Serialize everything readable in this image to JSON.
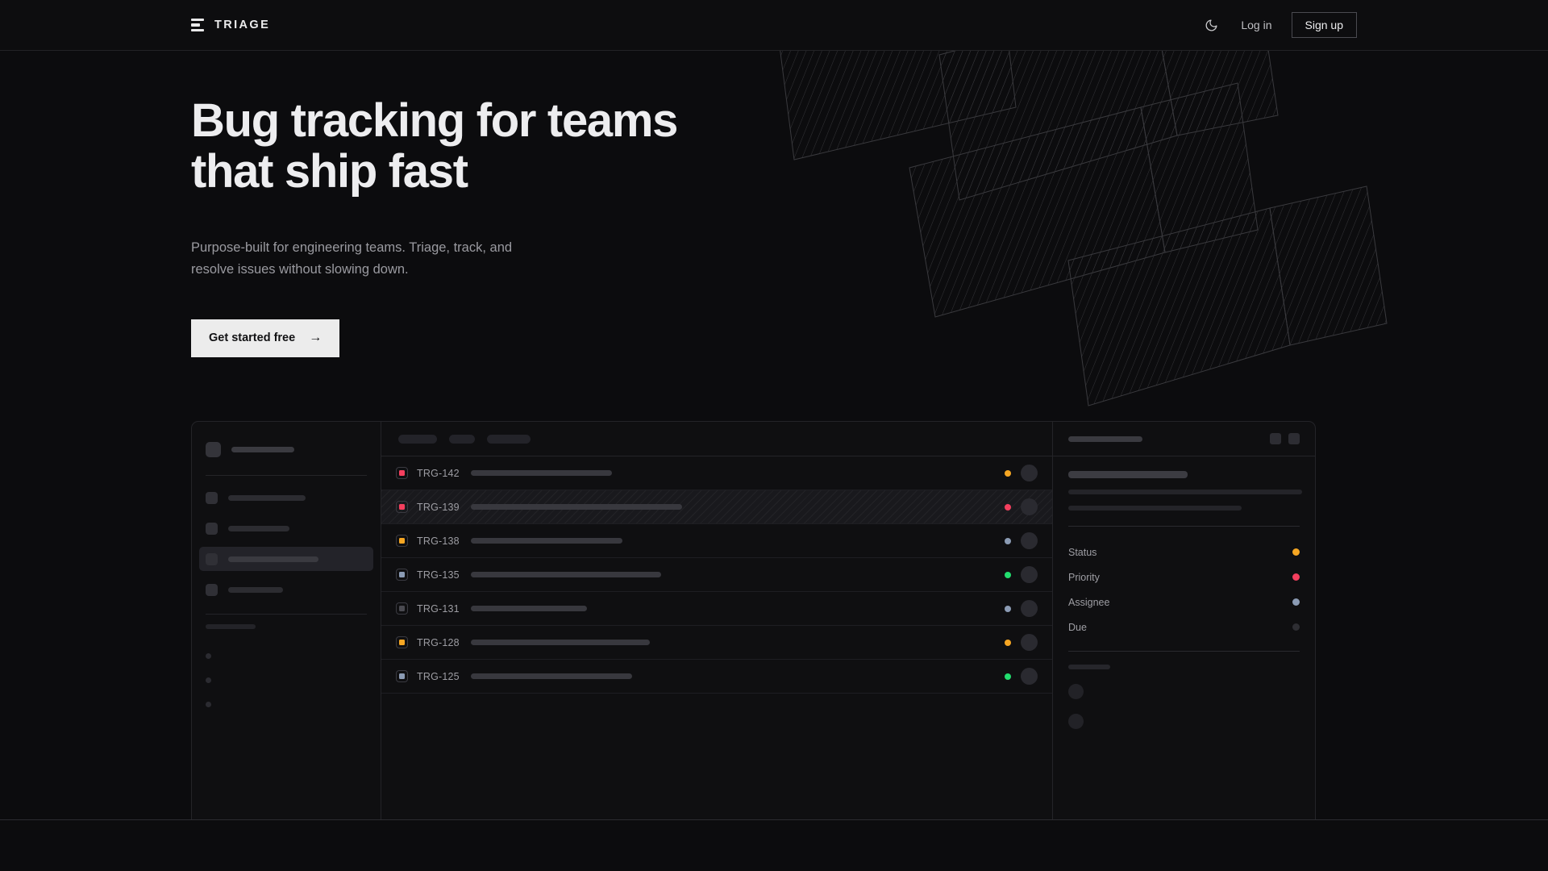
{
  "brand": {
    "name": "TRIAGE",
    "logo_icon": "stacked-bars-icon"
  },
  "header": {
    "theme_toggle_icon": "moon-icon",
    "login_label": "Log in",
    "signup_label": "Sign up"
  },
  "hero": {
    "headline": "Bug tracking for teams\nthat ship fast",
    "subheadline": "Purpose-built for engineering teams. Triage, track, and\nresolve issues without slowing down.",
    "cta_label": "Get started free",
    "cta_arrow": "→"
  },
  "colors": {
    "page_bg": "#0c0c0e",
    "panel_bg": "#0f0f11",
    "border": "#242428",
    "text_primary": "#ededef",
    "text_muted": "#9a9aa0",
    "cta_bg": "#ececec",
    "status_orange": "#f5a623",
    "status_pink": "#f43f5e",
    "status_green": "#22dd6e",
    "status_slate": "#8b9bb4",
    "status_empty": "#2e2e33"
  },
  "mockup": {
    "sidebar": {
      "workspace_label_width": 78,
      "nav_items": [
        {
          "label_width": 96,
          "active": false
        },
        {
          "label_width": 76,
          "active": false
        },
        {
          "label_width": 112,
          "active": true
        },
        {
          "label_width": 68,
          "active": false
        }
      ],
      "mini_items": 3
    },
    "list": {
      "filter_chips": [
        48,
        32,
        54
      ],
      "rows": [
        {
          "key": "TRG-142",
          "priority": "#f43f5e",
          "title_width": 175,
          "status": "#f5a623",
          "selected": false
        },
        {
          "key": "TRG-139",
          "priority": "#f43f5e",
          "title_width": 262,
          "status": "#f43f5e",
          "selected": true
        },
        {
          "key": "TRG-138",
          "priority": "#f5a623",
          "title_width": 188,
          "status": "#8b9bb4",
          "selected": false
        },
        {
          "key": "TRG-135",
          "priority": "#8b9bb4",
          "title_width": 236,
          "status": "#22dd6e",
          "selected": false
        },
        {
          "key": "TRG-131",
          "priority": "#4a4a51",
          "title_width": 144,
          "status": "#8b9bb4",
          "selected": false
        },
        {
          "key": "TRG-128",
          "priority": "#f5a623",
          "title_width": 222,
          "status": "#f5a623",
          "selected": false
        },
        {
          "key": "TRG-125",
          "priority": "#8b9bb4",
          "title_width": 200,
          "status": "#22dd6e",
          "selected": false
        }
      ]
    },
    "detail": {
      "header_buttons": 2,
      "title_width": 148,
      "body_lines": [
        290,
        215
      ],
      "meta": [
        {
          "label": "Status",
          "color": "#f5a623"
        },
        {
          "label": "Priority",
          "color": "#f43f5e"
        },
        {
          "label": "Assignee",
          "color": "#8b9bb4"
        },
        {
          "label": "Due",
          "color": "#2e2e33"
        }
      ],
      "comment_avatars": 2
    }
  }
}
